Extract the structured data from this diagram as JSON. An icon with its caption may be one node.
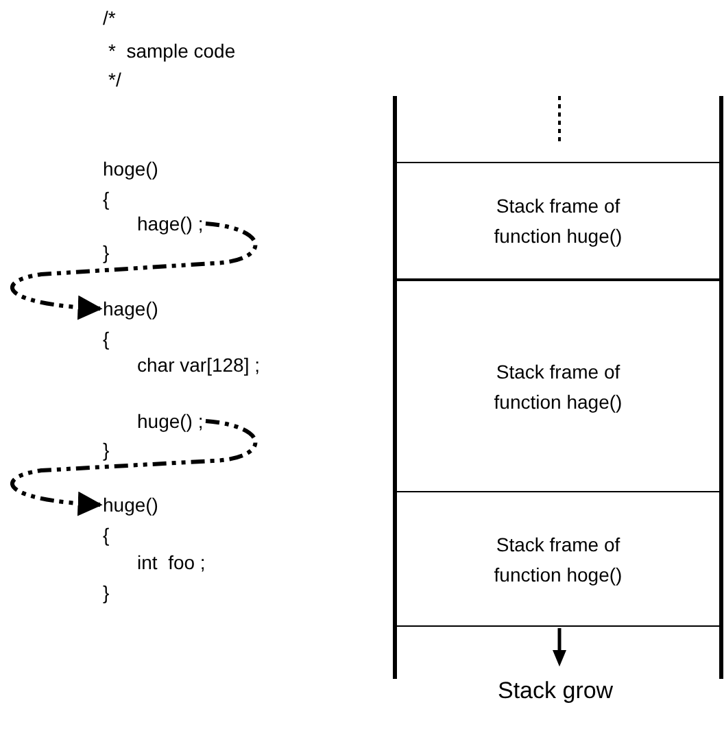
{
  "diagram": {
    "nodes": [
      {
        "text": [
          "hage() ;"
        ]
      },
      {
        "text": [
          "hage()"
        ]
      },
      {
        "text": [
          "huge() ;"
        ]
      },
      {
        "text": [
          "huge()"
        ]
      },
      {
        "text": [
          "Stack frame of function huge()"
        ]
      },
      {
        "text": [
          "Stack frame of function hage()"
        ]
      },
      {
        "text": [
          "Stack frame of function hoge()"
        ]
      }
    ],
    "edges": [
      {
        "from": 0,
        "to": 1,
        "arrow": "to",
        "style": "dashed"
      },
      {
        "from": 2,
        "to": 3,
        "arrow": "to",
        "style": "dashed"
      }
    ],
    "labels": [
      "/*",
      "*  sample code",
      "*/",
      "hoge()",
      "{",
      "}",
      "{",
      "char var[128] ;",
      "}",
      "{",
      "int  foo ;",
      "}",
      "Stack grow"
    ]
  }
}
